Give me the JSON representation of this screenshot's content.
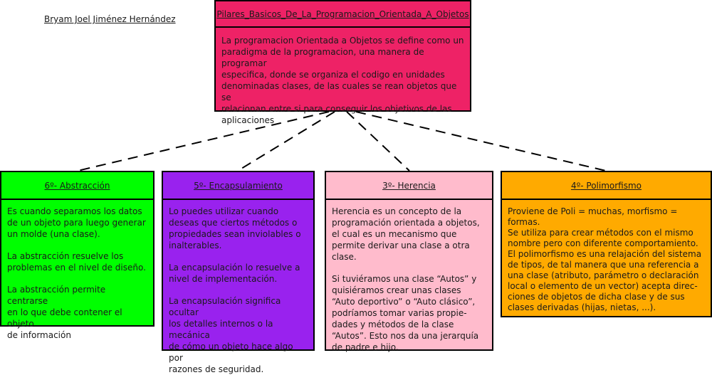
{
  "author": "Bryam Joel Jiménez Hernández",
  "main": {
    "title": "Pilares_Basicos_De_La_Programacion_Orientada_A_Objetos",
    "lines": [
      "La programacion Orientada a Objetos se define como un",
      "paradigma de la programacion, una manera de programar",
      "especifica, donde se organiza el codigo en unidades",
      "denominadas clases, de las cuales se rean objetos que se",
      "relacionan entre si para conseguir los objetivos de las",
      "aplicaciones"
    ]
  },
  "nodes": [
    {
      "id": "abs",
      "title": "6º- Abstracción",
      "color": "#00ff00",
      "paragraphs": [
        [
          "Es cuando separamos los datos",
          "de un objeto para luego generar",
          "un molde (una clase)."
        ],
        [
          "La abstracción resuelve los",
          "problemas en el nivel de diseño."
        ],
        [
          "La abstracción permite centrarse",
          "en lo que debe contener el objeto",
          "de información"
        ]
      ]
    },
    {
      "id": "enc",
      "title": "5º- Encapsulamiento",
      "color": "#9922ee",
      "paragraphs": [
        [
          "Lo puedes utilizar cuando",
          "deseas que ciertos métodos o",
          "propiedades sean inviolables o",
          "inalterables."
        ],
        [
          "La encapsulación lo resuelve a",
          "nivel de implementación."
        ],
        [
          "La encapsulación significa ocultar",
          "los detalles internos o la mecánica",
          "de cómo un objeto hace algo por",
          "razones de seguridad."
        ]
      ]
    },
    {
      "id": "her",
      "title": "3º- Herencia",
      "color": "#ffbbcc",
      "paragraphs": [
        [
          "Herencia es un concepto de la",
          "programación orientada a objetos,",
          "el cual es un mecanismo que",
          "permite derivar una clase a otra clase."
        ],
        [
          "Si tuviéramos una clase “Autos” y",
          "quisiéramos crear unas clases",
          "“Auto deportivo” o “Auto clásico”,",
          "podríamos tomar varias propie-",
          "dades y métodos de la clase",
          "“Autos”. Esto nos da una jerarquía",
          "de padre e hijo."
        ]
      ]
    },
    {
      "id": "pol",
      "title": "4º- Polimorfismo",
      "color": "#ffaa00",
      "paragraphs": [
        [
          "Proviene de Poli = muchas, morfismo = formas.",
          "Se utiliza para crear métodos con el mismo",
          "nombre pero con diferente comportamiento.",
          "El polimorfismo es una relajación del sistema",
          "de tipos, de tal manera que una referencia a",
          "una clase (atributo, parámetro o declaración",
          "local o elemento de un vector) acepta direc-",
          "ciones de objetos de dicha clase y de sus",
          "clases derivadas (hijas, nietas, ...)."
        ]
      ]
    }
  ],
  "edges": [
    {
      "from": "main",
      "to": "abs"
    },
    {
      "from": "main",
      "to": "enc"
    },
    {
      "from": "main",
      "to": "her"
    },
    {
      "from": "main",
      "to": "pol"
    }
  ]
}
